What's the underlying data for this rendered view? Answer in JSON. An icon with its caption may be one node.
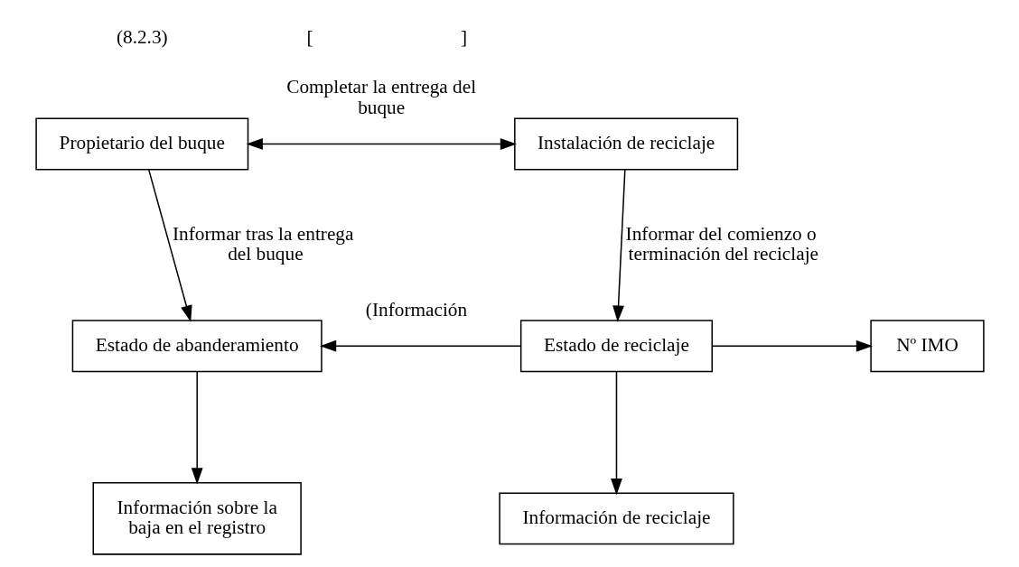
{
  "diagram": {
    "nodes": [
      {
        "text": [
          "Propietario del buque"
        ]
      },
      {
        "text": [
          "Instalación de reciclaje"
        ]
      },
      {
        "text": [
          "Estado de abanderamiento"
        ]
      },
      {
        "text": [
          "Estado de reciclaje"
        ]
      },
      {
        "text": [
          "Nº IMO"
        ]
      },
      {
        "text": [
          "Información sobre la baja en el registro"
        ]
      },
      {
        "text": [
          "Información de reciclaje"
        ]
      }
    ],
    "edges": [
      {
        "from": 0,
        "to": 1,
        "arrow": "both",
        "label": "Completar la entrega del buque"
      },
      {
        "from": 0,
        "to": 2,
        "arrow": "to",
        "label": "Informar tras la entrega del buque"
      },
      {
        "from": 1,
        "to": 3,
        "arrow": "to",
        "label": "Informar del comienzo o terminación del reciclaje"
      },
      {
        "from": 3,
        "to": 2,
        "arrow": "to",
        "label": "(Información"
      },
      {
        "from": 3,
        "to": 4,
        "arrow": "to"
      },
      {
        "from": 2,
        "to": 5,
        "arrow": "to"
      },
      {
        "from": 3,
        "to": 6,
        "arrow": "to"
      }
    ],
    "labels": [
      "(8.2.3)",
      "[",
      "]"
    ]
  }
}
